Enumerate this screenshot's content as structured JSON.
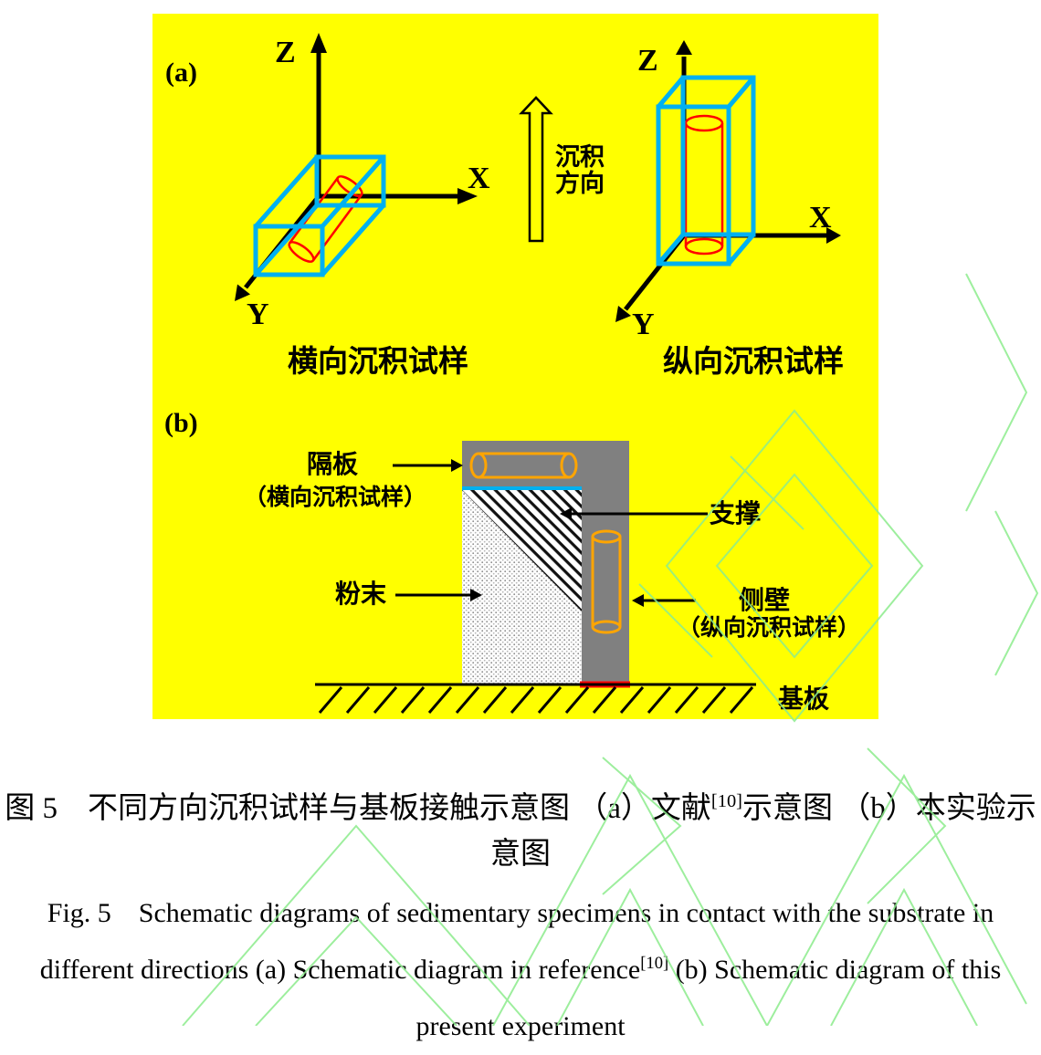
{
  "figure": {
    "axes": {
      "x": "X",
      "y": "Y",
      "z": "Z"
    },
    "panel_a": {
      "label": "(a)",
      "deposition_line1": "沉积",
      "deposition_line2": "方向",
      "left_caption": "横向沉积试样",
      "right_caption": "纵向沉积试样"
    },
    "panel_b": {
      "label": "(b)",
      "baffle_label": "隔板",
      "baffle_sub": "（横向沉积试样）",
      "support_label": "支撑",
      "powder_label": "粉末",
      "sidewall_label": "侧壁",
      "sidewall_sub": "（纵向沉积试样）",
      "substrate_label": "基板"
    },
    "colors": {
      "background": "#FFFF00",
      "wire_box": "#00B0F0",
      "cylinder_a": "#FF0000",
      "cylinder_b": "#FFA500",
      "structure_gray": "#808080",
      "separator_line": "#00B0F0",
      "contact_line": "#FF0000",
      "watermark_green": "#8DEC8D"
    }
  },
  "caption_cn": {
    "pre": "图 5　不同方向沉积试样与基板接触示意图 （a）文献",
    "sup": "[10]",
    "post": "示意图 （b）本实验示意图"
  },
  "caption_en": {
    "pre": "Fig. 5　Schematic diagrams of sedimentary specimens in contact with the substrate in different directions (a) Schematic diagram in reference",
    "sup": "[10]",
    "post": " (b) Schematic diagram of this present experiment"
  }
}
